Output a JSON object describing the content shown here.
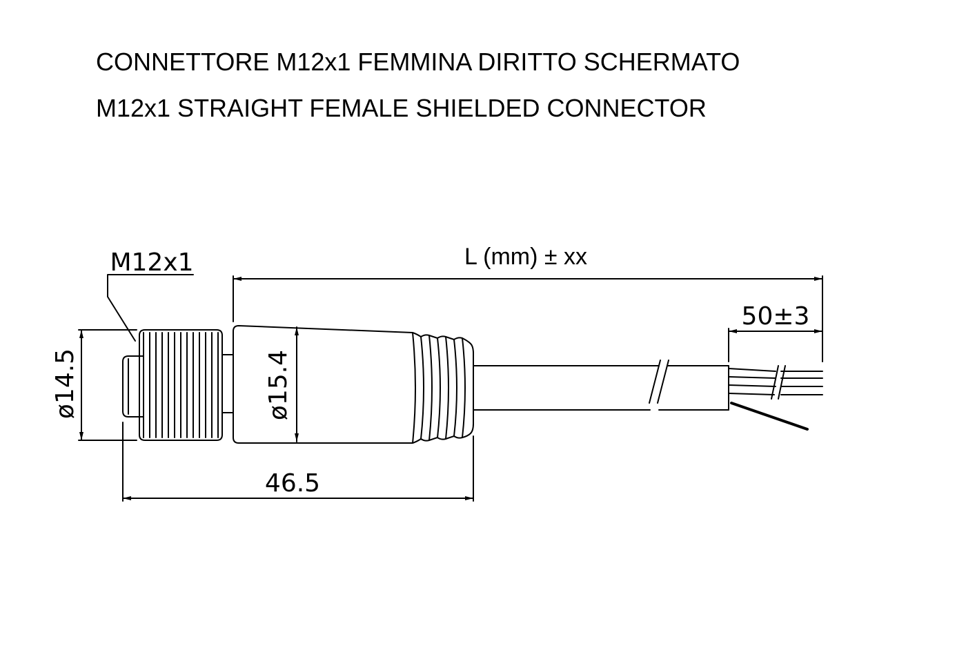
{
  "titles": {
    "it": "CONNETTORE M12x1 FEMMINA DIRITTO SCHERMATO",
    "en": "M12x1 STRAIGHT FEMALE SHIELDED CONNECTOR"
  },
  "dimensions": {
    "thread": "M12x1",
    "length": "L (mm) ± xx",
    "strip_length": "50±3",
    "nut_diameter": "ø14.5",
    "body_diameter": "ø15.4",
    "overall_length": "46.5"
  },
  "colors": {
    "line": "#000000",
    "background": "#ffffff"
  }
}
